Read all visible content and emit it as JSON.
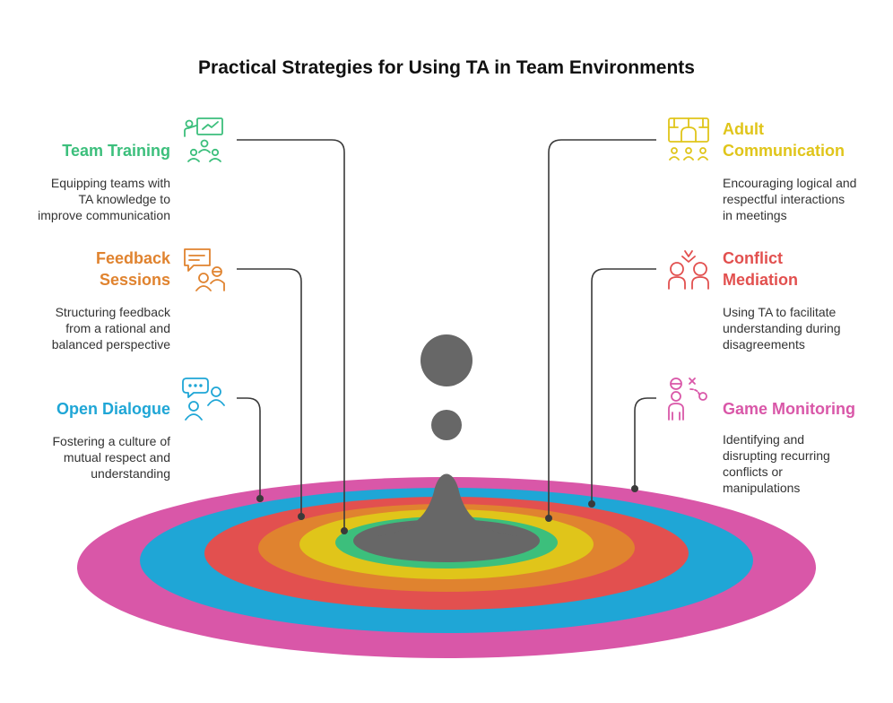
{
  "title": "Practical Strategies for Using TA in Team Environments",
  "colors": {
    "green": "#3cbf7c",
    "orange": "#e0832f",
    "blue": "#1fa6d6",
    "yellow": "#e0c51a",
    "red": "#e2504f",
    "pink": "#d957a8",
    "gray": "#676767",
    "line": "#3a3a3a"
  },
  "items": [
    {
      "key": "team-training",
      "title": "Team Training",
      "description": "Equipping teams with\nTA knowledge to\nimprove communication",
      "color": "#3cbf7c",
      "icon": "presentation-team-icon"
    },
    {
      "key": "feedback-sessions",
      "title": "Feedback\nSessions",
      "description": "Structuring feedback\nfrom a rational and\nbalanced perspective",
      "color": "#e0832f",
      "icon": "feedback-chat-icon"
    },
    {
      "key": "open-dialogue",
      "title": "Open Dialogue",
      "description": "Fostering a culture of\nmutual respect and\nunderstanding",
      "color": "#1fa6d6",
      "icon": "dialogue-people-icon"
    },
    {
      "key": "adult-communication",
      "title": "Adult\nCommunication",
      "description": "Encouraging logical and\nrespectful interactions\nin meetings",
      "color": "#e0c51a",
      "icon": "meeting-network-icon"
    },
    {
      "key": "conflict-mediation",
      "title": "Conflict\nMediation",
      "description": "Using TA to facilitate\nunderstanding during\ndisagreements",
      "color": "#e2504f",
      "icon": "conflict-people-icon"
    },
    {
      "key": "game-monitoring",
      "title": "Game Monitoring",
      "description": "Identifying and\ndisrupting recurring\nconflicts or\nmanipulations",
      "color": "#d957a8",
      "icon": "strategy-person-icon"
    }
  ]
}
